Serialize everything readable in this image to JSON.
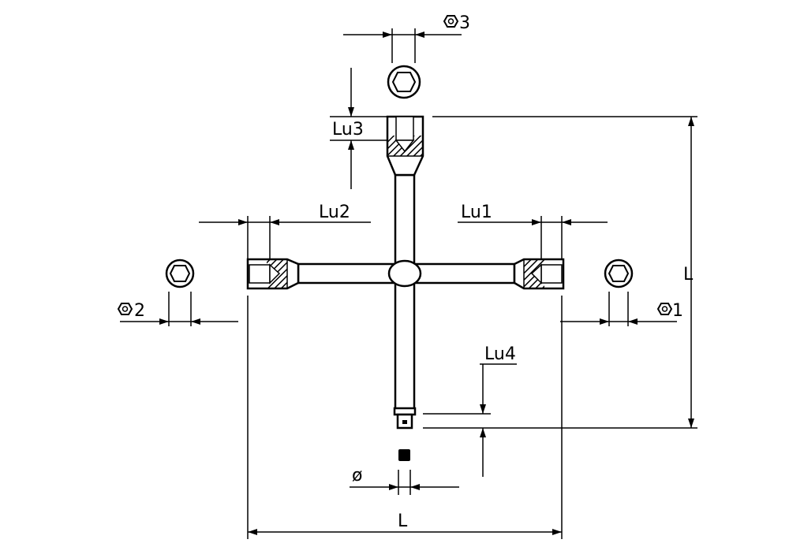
{
  "labels": {
    "hex3": "3",
    "lu3": "Lu3",
    "lu2": "Lu2",
    "lu1": "Lu1",
    "lu4": "Lu4",
    "hex2": "2",
    "hex1": "1",
    "length_vertical": "L",
    "length_horizontal": "L",
    "diameter_symbol": "ø"
  }
}
